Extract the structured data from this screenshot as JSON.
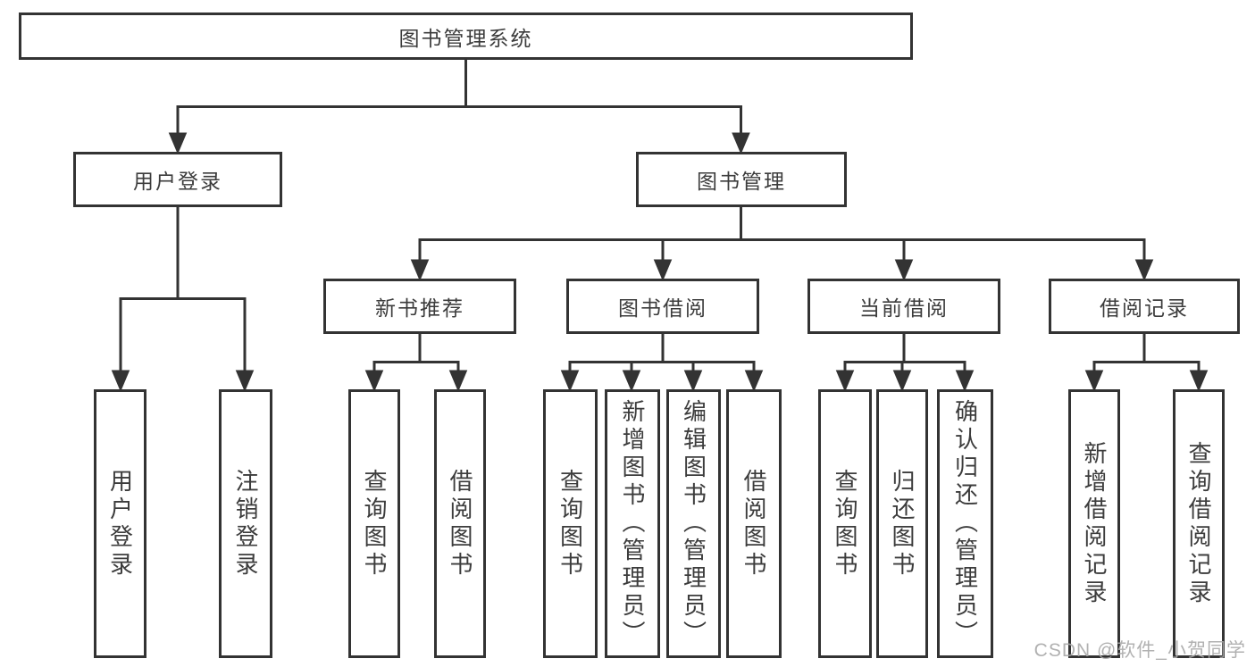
{
  "diagram_type": "hierarchy-tree",
  "colors": {
    "background": "#ffffff",
    "line": "#333333",
    "box_border": "#333333",
    "box_fill": "#ffffff",
    "text": "#3c3c3c",
    "watermark": "#a8a8a8"
  },
  "tree": {
    "root": {
      "label": "图书管理系统"
    },
    "children": [
      {
        "label": "用户登录",
        "children": [
          {
            "label": "用户登录"
          },
          {
            "label": "注销登录"
          }
        ]
      },
      {
        "label": "图书管理",
        "children": [
          {
            "label": "新书推荐",
            "children": [
              {
                "label": "查询图书"
              },
              {
                "label": "借阅图书"
              }
            ]
          },
          {
            "label": "图书借阅",
            "children": [
              {
                "label": "查询图书"
              },
              {
                "label": "新增图书（管理员）"
              },
              {
                "label": "编辑图书（管理员）"
              },
              {
                "label": "借阅图书"
              }
            ]
          },
          {
            "label": "当前借阅",
            "children": [
              {
                "label": "查询图书"
              },
              {
                "label": "归还图书"
              },
              {
                "label": "确认归还（管理员）"
              }
            ]
          },
          {
            "label": "借阅记录",
            "children": [
              {
                "label": "新增借阅记录"
              },
              {
                "label": "查询借阅记录"
              }
            ]
          }
        ]
      }
    ]
  },
  "watermark": {
    "text": "CSDN @软件_小贺同学"
  }
}
